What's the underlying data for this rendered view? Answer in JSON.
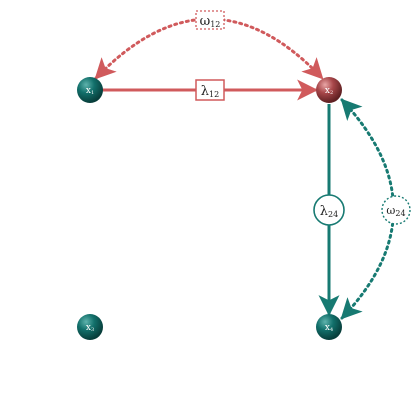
{
  "colors": {
    "teal": "#0f7873",
    "teal_dark": "#0a4f4c",
    "red": "#c9474a",
    "red_dark": "#7a2a2c",
    "stroke_red": "#d05a5c",
    "stroke_teal": "#177a72"
  },
  "nodes": {
    "x1": {
      "base": "x",
      "sub": "1"
    },
    "x2": {
      "base": "x",
      "sub": "2"
    },
    "x3": {
      "base": "x",
      "sub": "3"
    },
    "x4": {
      "base": "x",
      "sub": "4"
    }
  },
  "edges": {
    "lambda12": {
      "base": "λ",
      "sub": "12"
    },
    "lambda24": {
      "base": "λ",
      "sub": "24"
    },
    "omega12": {
      "base": "ω",
      "sub": "12"
    },
    "omega24": {
      "base": "ω",
      "sub": "24"
    }
  }
}
